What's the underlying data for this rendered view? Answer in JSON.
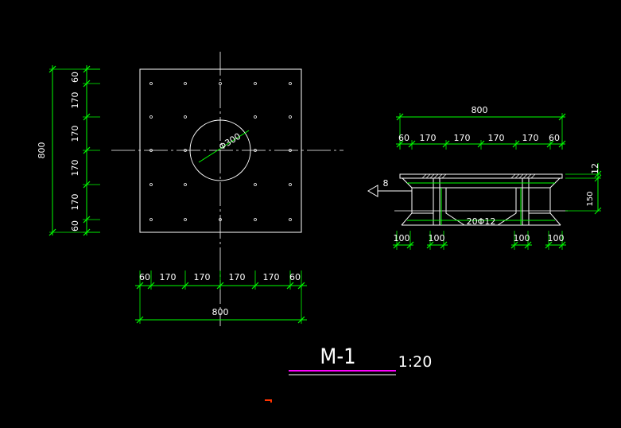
{
  "colors": {
    "background": "#000000",
    "outline": "#ffffff",
    "dimension": "#00ff00",
    "dim_text": "#ffffff",
    "centerline": "#ffffff",
    "title_underline_1": "#ff00ff",
    "title_underline_2": "#ffffff",
    "stray_mark": "#ff3300"
  },
  "plan": {
    "hole_label": "Φ300",
    "left_dims": [
      "60",
      "170",
      "170",
      "170",
      "170",
      "60"
    ],
    "left_total": "800",
    "bottom_dims": [
      "60",
      "170",
      "170",
      "170",
      "170",
      "60"
    ],
    "bottom_total": "800"
  },
  "section": {
    "top_total": "800",
    "top_dims": [
      "60",
      "170",
      "170",
      "170",
      "170",
      "60"
    ],
    "section_mark": "8",
    "rebar_label": "20Φ12",
    "right_dims": [
      "12",
      "150"
    ],
    "bottom_dims": [
      "100",
      "100",
      "100",
      "100"
    ]
  },
  "title": {
    "name": "M-1",
    "scale": "1:20"
  }
}
